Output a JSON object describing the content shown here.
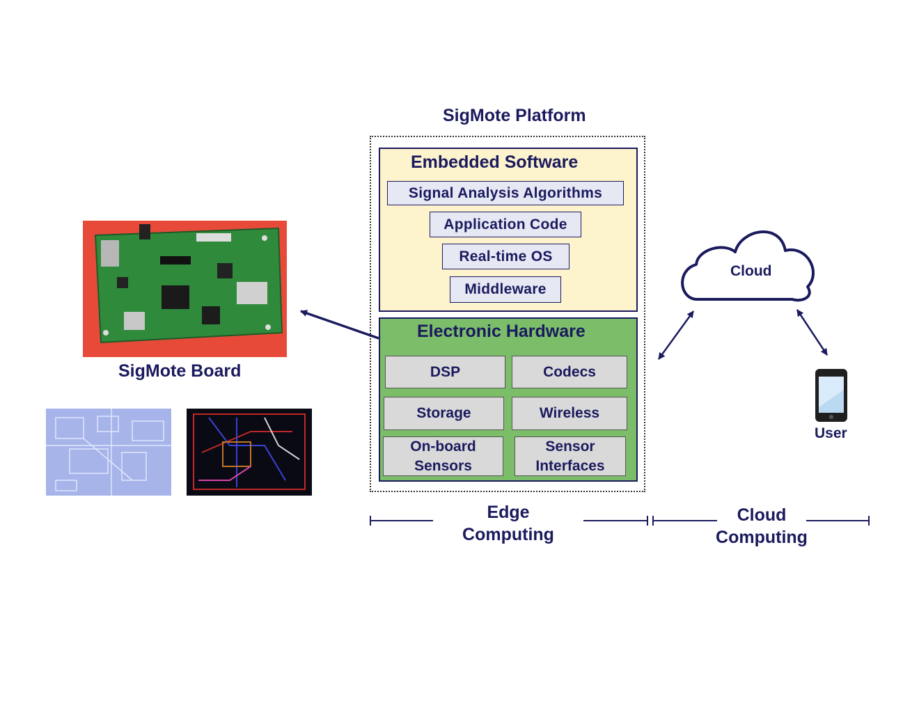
{
  "platform": {
    "title": "SigMote Platform"
  },
  "software": {
    "title": "Embedded Software",
    "items": [
      "Signal Analysis Algorithms",
      "Application Code",
      "Real-time OS",
      "Middleware"
    ]
  },
  "hardware": {
    "title": "Electronic Hardware",
    "items": [
      "DSP",
      "Codecs",
      "Storage",
      "Wireless",
      "On-board Sensors",
      "Sensor Interfaces"
    ]
  },
  "board": {
    "caption": "SigMote Board"
  },
  "cloud": {
    "label": "Cloud"
  },
  "user": {
    "label": "User"
  },
  "scale": {
    "edge": "Edge Computing",
    "cloud": "Cloud Computing"
  },
  "colors": {
    "text": "#1a1a5e",
    "software_bg": "#fdf3cc",
    "hardware_bg": "#7cbd6a",
    "chip_bg": "#e6e8f4",
    "hw_item_bg": "#d9d9d9",
    "board_bg": "#e84a3a",
    "pcb_green": "#2f8a3c"
  }
}
